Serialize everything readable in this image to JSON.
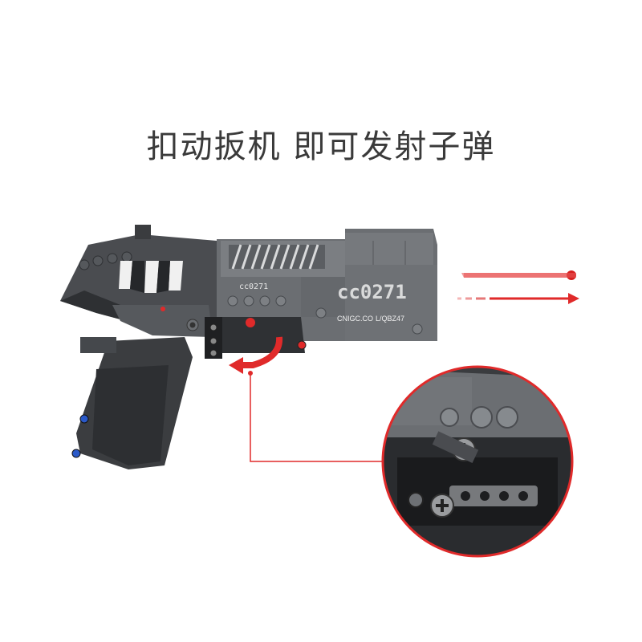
{
  "headline": "扣动扳机 即可发射子弹",
  "markings": {
    "small_code": "cc0271",
    "big_code": "cc0271",
    "brand": "CNIGC.CO",
    "model": "L/QBZ47"
  },
  "colors": {
    "accent_red": "#e02a2a",
    "body_dark": "#3b3d40",
    "body_mid": "#6b6e72",
    "body_light": "#8a8d91"
  }
}
